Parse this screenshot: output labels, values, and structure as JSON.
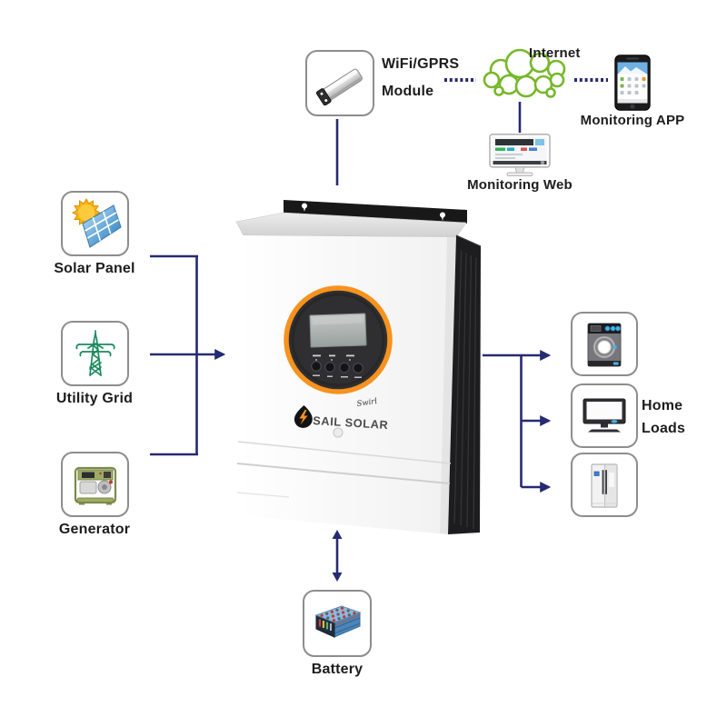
{
  "colors": {
    "connector_line": "#262a72",
    "cloud_green": "#76b82a",
    "accent_orange": "#f6921e",
    "appliance_blue": "#45b6e8",
    "box_border": "#8d8d8d"
  },
  "diagram": {
    "top": {
      "wifi_module_line1": "WiFi/GPRS",
      "wifi_module_line2": "Module",
      "internet_label": "Internet",
      "monitoring_app_label": "Monitoring APP",
      "monitoring_web_label": "Monitoring Web"
    },
    "left": {
      "solar_panel_label": "Solar Panel",
      "utility_grid_label": "Utility Grid",
      "generator_label": "Generator"
    },
    "right": {
      "home_loads_line1": "Home",
      "home_loads_line2": "Loads"
    },
    "bottom": {
      "battery_label": "Battery"
    },
    "inverter": {
      "brand": "SAIL SOLAR",
      "brand_script": "Swirl"
    },
    "icons": {
      "wifi_module": "wifi-gprs-module-icon",
      "internet": "cloud-icon",
      "monitoring_app": "smartphone-icon",
      "monitoring_web": "monitor-icon",
      "solar_panel": "solar-panel-icon",
      "utility_grid": "utility-grid-icon",
      "generator": "generator-icon",
      "washing_machine": "washing-machine-icon",
      "tv": "tv-icon",
      "refrigerator": "refrigerator-icon",
      "battery": "battery-icon"
    }
  }
}
